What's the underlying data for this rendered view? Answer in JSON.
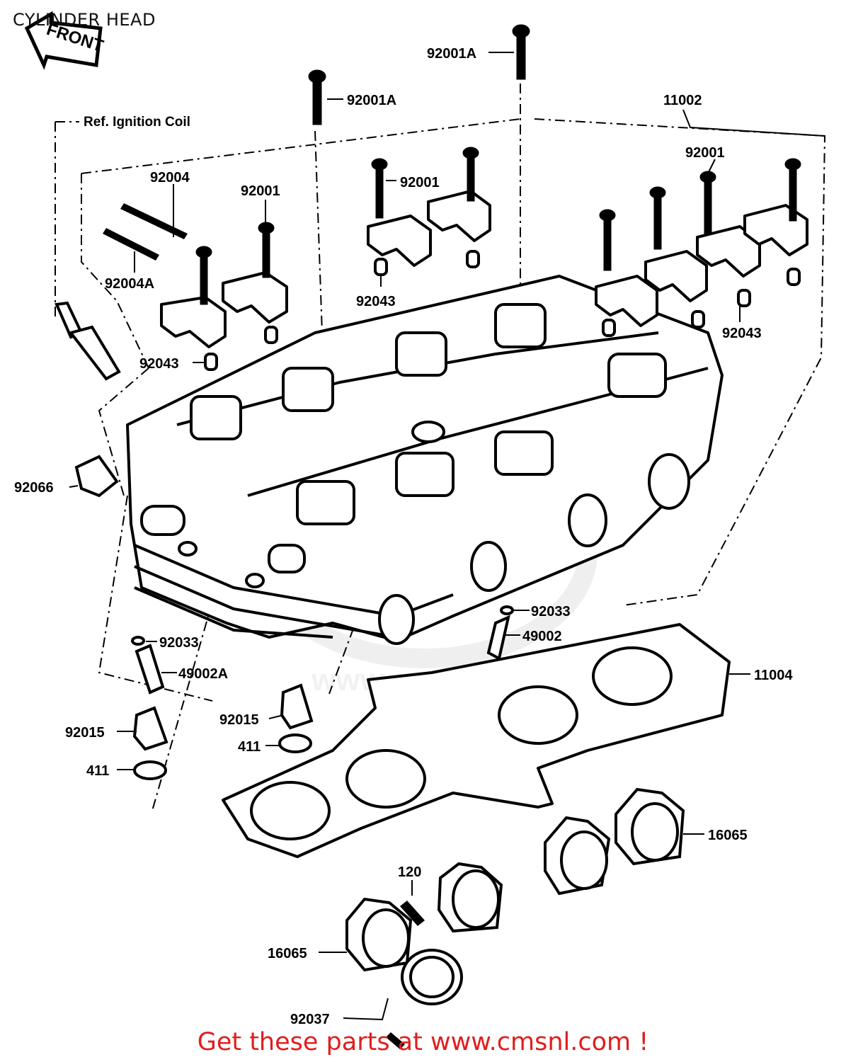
{
  "page": {
    "title": "CYLINDER HEAD",
    "front_label": "FRONT",
    "ref_note": "Ref. Ignition Coil",
    "banner": "Get these parts at www.cmsnl.com !",
    "watermark": "www.cmsnl.com",
    "banner_color": "#e11d1d"
  },
  "parts": {
    "p92001A_top": "92001A",
    "p92001A_mid": "92001A",
    "p11002": "11002",
    "p92001_right": "92001",
    "p92004": "92004",
    "p92001_left": "92001",
    "p92001_center": "92001",
    "p92004A": "92004A",
    "p92043_center": "92043",
    "p92043_right": "92043",
    "p92043_left": "92043",
    "p92066": "92066",
    "p92033_right": "92033",
    "p49002": "49002",
    "p92033_left": "92033",
    "p49002A": "49002A",
    "p11004": "11004",
    "p92015_mid": "92015",
    "p92015_left": "92015",
    "p411_mid": "411",
    "p411_left": "411",
    "p16065_right": "16065",
    "p120": "120",
    "p16065_left": "16065",
    "p92037": "92037"
  }
}
